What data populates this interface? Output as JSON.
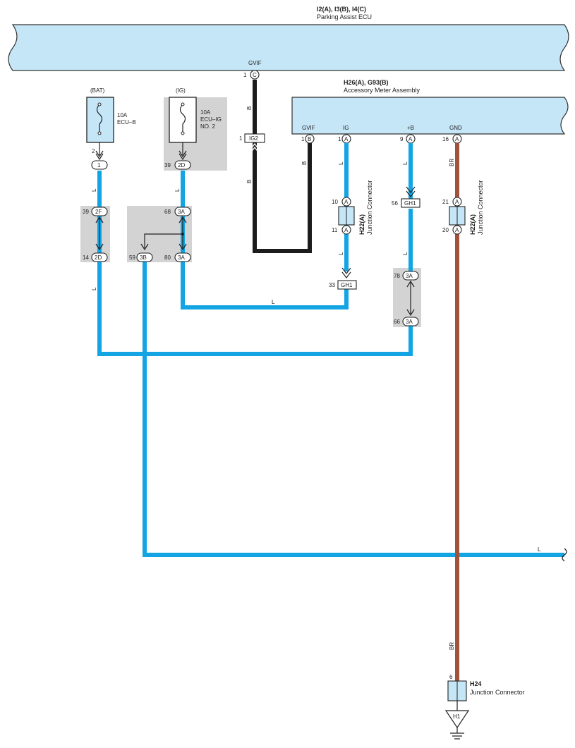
{
  "parking_ecu": {
    "refs": "I2(A), I3(B), I4(C)",
    "name": "Parking Assist ECU",
    "pin_signal": "GVIF",
    "pin_number": "1",
    "pin_conn": "C"
  },
  "meter": {
    "refs": "H26(A), G93(B)",
    "name": "Accessory Meter Assembly",
    "pins": [
      {
        "signal": "GVIF",
        "number": "1",
        "conn": "B"
      },
      {
        "signal": "IG",
        "number": "1",
        "conn": "A"
      },
      {
        "signal": "+B",
        "number": "9",
        "conn": "A"
      },
      {
        "signal": "GND",
        "number": "16",
        "conn": "A"
      }
    ]
  },
  "fuses": [
    {
      "source": "(BAT)",
      "rating": "10A",
      "name_line1": "ECU–B",
      "name_line2": "",
      "pin_number": "2",
      "conn": "1"
    },
    {
      "source": "(IG)",
      "rating": "10A",
      "name_line1": "ECU–IG",
      "name_line2": "NO. 2",
      "pin_number": "39",
      "conn": "2D"
    }
  ],
  "jb_left": {
    "top_pin": "39",
    "top_conn": "2F",
    "bottom_pin": "14",
    "bottom_conn": "2D"
  },
  "jb_mid": {
    "top_pin": "68",
    "top_conn": "3A",
    "left_pin": "59",
    "left_conn": "3B",
    "right_pin": "80",
    "right_conn": "3A"
  },
  "ig2": {
    "number": "1",
    "label": "IG2"
  },
  "junction_ig": {
    "top_pin": "10",
    "top_conn": "A",
    "bottom_pin": "11",
    "bottom_conn": "A",
    "ref": "H22(A)",
    "name": "Junction Connector"
  },
  "gh1_ig": {
    "number": "33",
    "label": "GH1"
  },
  "gh1_b": {
    "number": "56",
    "label": "GH1"
  },
  "jb_right": {
    "top_pin": "78",
    "top_conn": "3A",
    "bottom_pin": "66",
    "bottom_conn": "3A"
  },
  "junction_gnd": {
    "top_pin": "21",
    "top_conn": "A",
    "bottom_pin": "20",
    "bottom_conn": "A",
    "ref": "H22(A)",
    "name": "Junction Connector"
  },
  "junction_h24": {
    "pin": "6",
    "ref": "H24",
    "name": "Junction Connector"
  },
  "ground": {
    "label": "H1"
  },
  "wire_labels": {
    "blue": "L",
    "black": "B",
    "brown": "BR"
  },
  "colors": {
    "blue": "#12a4e3",
    "black": "#1c1c1c",
    "brown": "#a0533a",
    "ecu_fill": "#c5e6f7",
    "shade": "#d3d3d3"
  }
}
